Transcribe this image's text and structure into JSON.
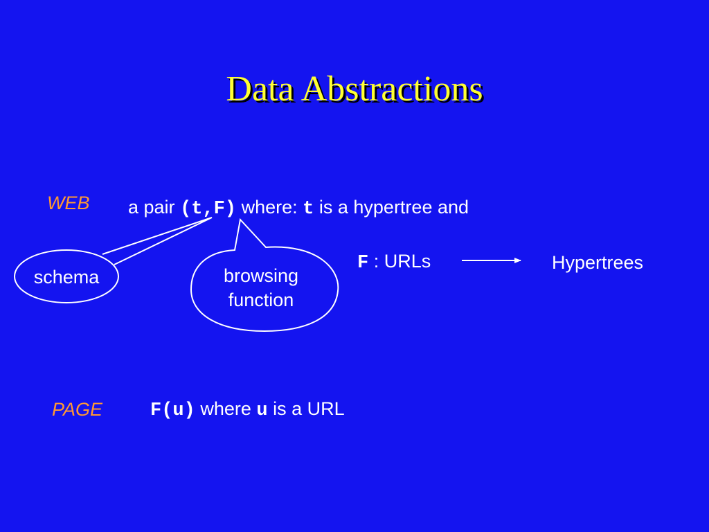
{
  "slide": {
    "title": "Data Abstractions",
    "web": {
      "label": "WEB",
      "text_a_pair": "a pair",
      "code_pair": "(t,F)",
      "text_where": "where:",
      "code_t": "t",
      "text_hypertree": "is a hypertree and",
      "code_F": "F",
      "text_urls": ": URLs",
      "text_hypertrees": "Hypertrees"
    },
    "callouts": {
      "schema": "schema",
      "browsing_line1": "browsing",
      "browsing_line2": "function"
    },
    "page": {
      "label": "PAGE",
      "code_Fu": "F(u)",
      "text_where": "where",
      "code_u": "u",
      "text_is_url": "is a URL"
    }
  },
  "colors": {
    "background": "#1414f0",
    "title": "#ffff33",
    "label": "#ff9933",
    "text": "#ffffff"
  }
}
